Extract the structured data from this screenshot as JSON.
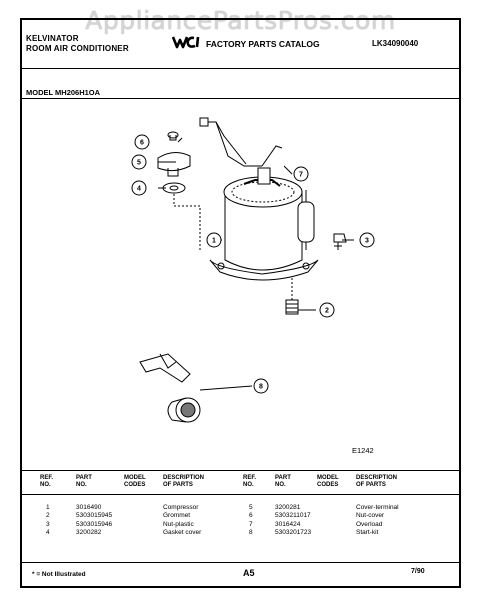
{
  "watermark": "AppliancePartsPros.com",
  "header": {
    "brand_line1": "KELVINATOR",
    "brand_line2": "ROOM AIR CONDITIONER",
    "catalog_title": "FACTORY PARTS CATALOG",
    "catalog_number": "LK34090040",
    "model": "MODEL MH206H1OA"
  },
  "figure_code": "E1242",
  "callouts": [
    "1",
    "2",
    "3",
    "4",
    "5",
    "6",
    "7",
    "8"
  ],
  "table": {
    "headers": {
      "ref": [
        "REF.",
        "NO."
      ],
      "part": [
        "PART",
        "NO."
      ],
      "model": [
        "MODEL",
        "CODES"
      ],
      "desc": [
        "DESCRIPTION",
        "OF PARTS"
      ]
    },
    "left_rows": [
      {
        "ref": "1",
        "part": "3016490",
        "desc": "Compressor"
      },
      {
        "ref": "2",
        "part": "5303015945",
        "desc": "Grommet"
      },
      {
        "ref": "3",
        "part": "5303015946",
        "desc": "Nut-plastic"
      },
      {
        "ref": "4",
        "part": "3200282",
        "desc": "Gasket cover"
      }
    ],
    "right_rows": [
      {
        "ref": "5",
        "part": "3200281",
        "desc": "Cover-terminal"
      },
      {
        "ref": "6",
        "part": "5303211017",
        "desc": "Nut-cover"
      },
      {
        "ref": "7",
        "part": "3016424",
        "desc": "Overload"
      },
      {
        "ref": "8",
        "part": "5303201723",
        "desc": "Start-kit"
      }
    ]
  },
  "footer": {
    "note": "* = Not Illustrated",
    "page": "A5",
    "date": "7/90"
  }
}
